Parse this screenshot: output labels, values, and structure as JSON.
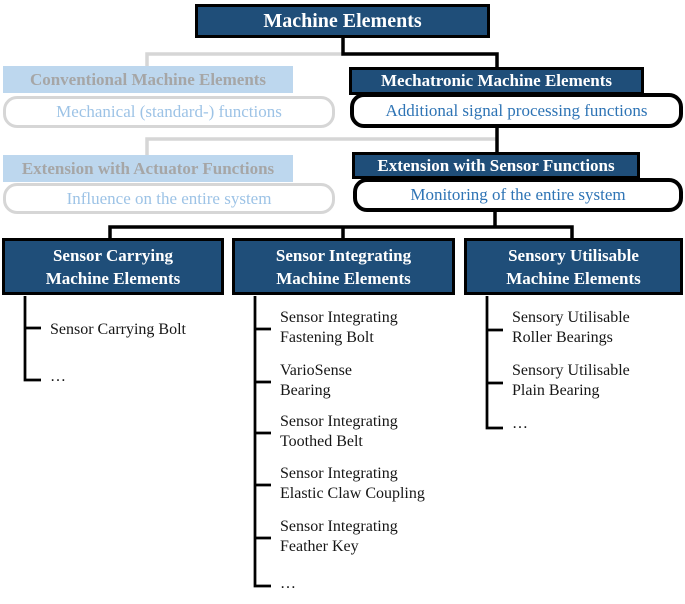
{
  "title": "Machine Elements",
  "colors": {
    "box_fill": "#1F4E79",
    "active_text_blue": "#2E74B5",
    "faded_fill": "#BDD7EE",
    "faded_head_text": "#A6A6A6",
    "faded_body_text": "#9DC3E6",
    "faded_line": "#D6D6D6",
    "line_black": "#000000"
  },
  "branches": {
    "conventional": {
      "header": "Conventional Machine Elements",
      "body": "Mechanical (standard-) functions"
    },
    "mechatronic": {
      "header": "Mechatronic Machine Elements",
      "body": "Additional signal processing functions"
    },
    "actuator": {
      "header": "Extension with Actuator Functions",
      "body": "Influence on the entire system"
    },
    "sensor": {
      "header": "Extension with Sensor Functions",
      "body": "Monitoring of the entire system"
    }
  },
  "categories": [
    {
      "title_line1": "Sensor Carrying",
      "title_line2": "Machine Elements",
      "items": [
        {
          "line1": "Sensor Carrying Bolt"
        },
        {
          "line1": "…"
        }
      ]
    },
    {
      "title_line1": "Sensor Integrating",
      "title_line2": "Machine Elements",
      "items": [
        {
          "line1": "Sensor Integrating",
          "line2": "Fastening Bolt"
        },
        {
          "line1": "VarioSense",
          "line2": "Bearing"
        },
        {
          "line1": "Sensor Integrating",
          "line2": "Toothed Belt"
        },
        {
          "line1": "Sensor Integrating",
          "line2": "Elastic Claw Coupling"
        },
        {
          "line1": "Sensor Integrating",
          "line2": "Feather Key"
        },
        {
          "line1": "…"
        }
      ]
    },
    {
      "title_line1": "Sensory Utilisable",
      "title_line2": "Machine Elements",
      "items": [
        {
          "line1": "Sensory Utilisable",
          "line2": "Roller Bearings"
        },
        {
          "line1": "Sensory Utilisable",
          "line2": "Plain Bearing"
        },
        {
          "line1": "…"
        }
      ]
    }
  ]
}
